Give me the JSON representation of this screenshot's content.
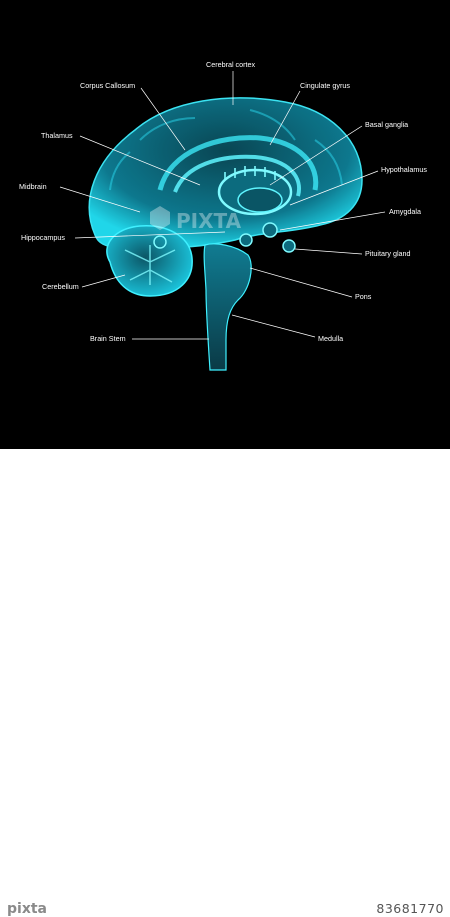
{
  "labels": {
    "cerebral_cortex": "Cerebral cortex",
    "corpus_callosum": "Corpus Callosum",
    "cingulate_gyrus": "Cingulate gyrus",
    "basal_ganglia": "Basal ganglia",
    "thalamus": "Thalamus",
    "hypothalamus": "Hypothalamus",
    "midbrain": "Midbrain",
    "amygdala": "Amygdala",
    "hippocampus": "Hippocampus",
    "pituitary_gland": "Pituitary gland",
    "cerebellum": "Cerebellum",
    "pons": "Pons",
    "brain_stem": "Brain Stem",
    "medulla": "Medulla"
  },
  "footer": {
    "logo": "pixta",
    "image_id": "83681770"
  },
  "colors": {
    "background": "#000000",
    "brain": "#19d0e8",
    "label": "#ffffff"
  }
}
